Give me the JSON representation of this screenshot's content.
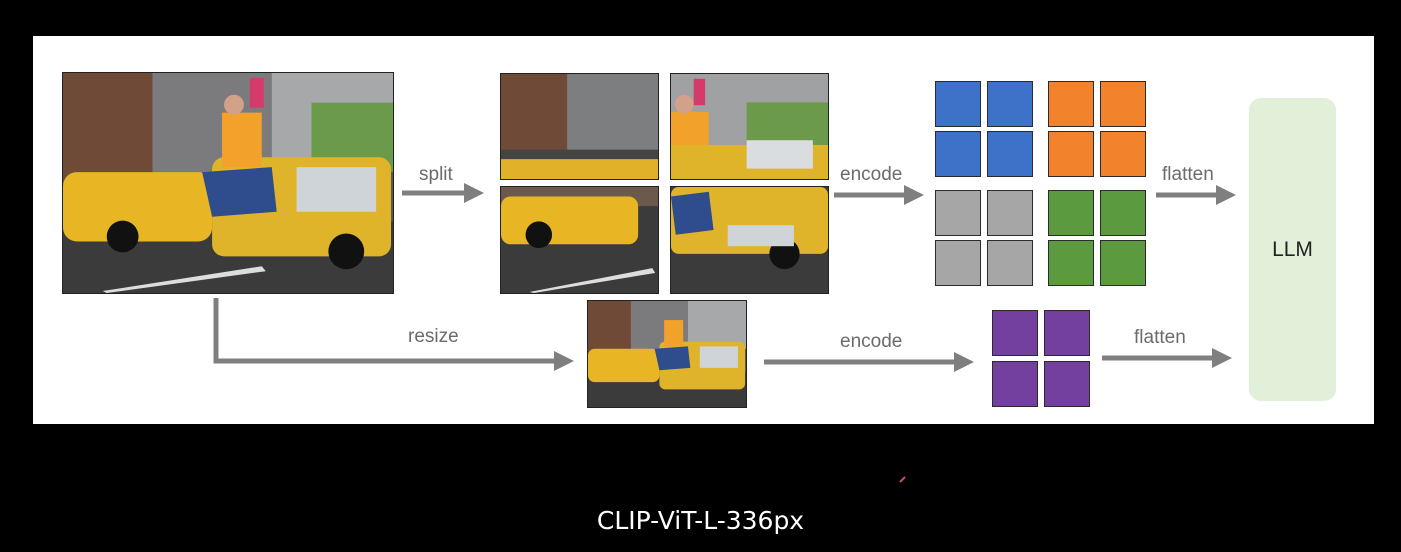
{
  "diagram": {
    "labels": {
      "split": "split",
      "encode_top": "encode",
      "flatten_top": "flatten",
      "resize": "resize",
      "encode_bottom": "encode",
      "flatten_bottom": "flatten",
      "llm": "LLM"
    },
    "caption": "CLIP-ViT-L-336px",
    "token_colors": {
      "blue": "#3d72c8",
      "orange": "#f3822c",
      "gray": "#a6a6a6",
      "green": "#5b9a3e",
      "purple": "#7440a0"
    },
    "arrow_color": "#7f7f7f",
    "llm_color": "#e2efd9"
  }
}
